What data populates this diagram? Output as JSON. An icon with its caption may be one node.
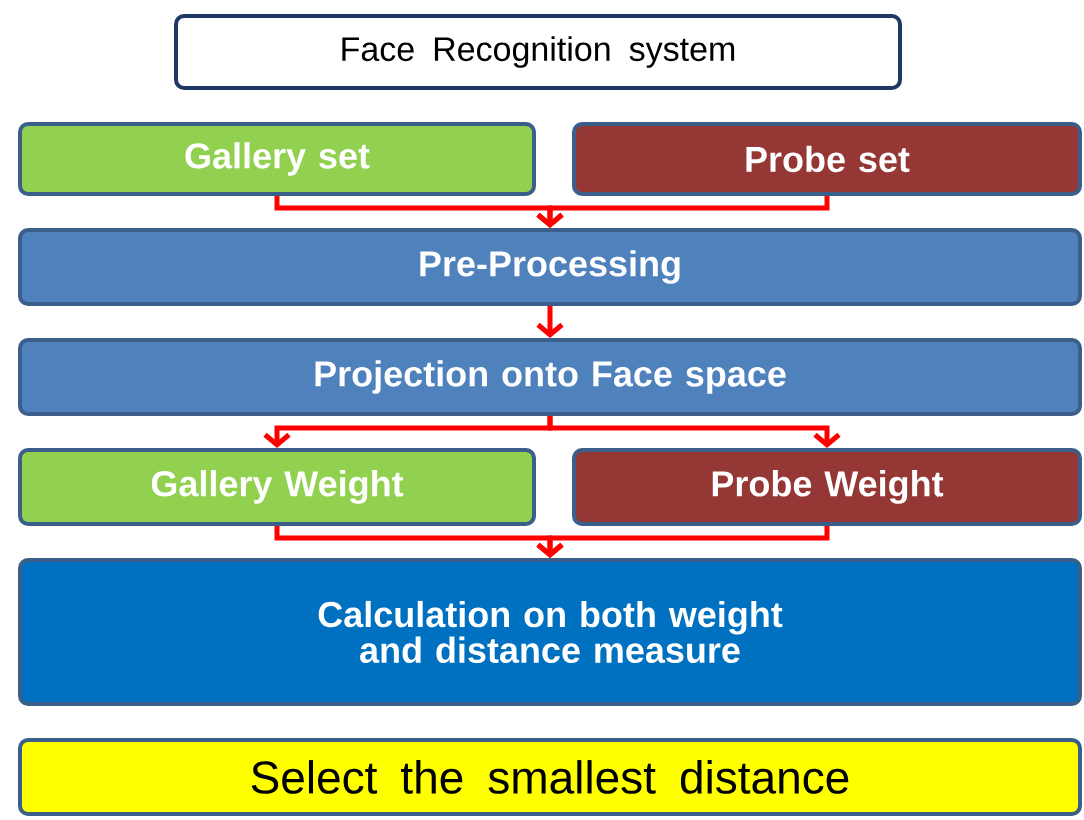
{
  "diagram": {
    "nodes": [
      {
        "text": [
          "Face Recognition system"
        ]
      },
      {
        "text": [
          "Gallery set"
        ]
      },
      {
        "text": [
          "Probe set"
        ]
      },
      {
        "text": [
          "Pre-Processing"
        ]
      },
      {
        "text": [
          "Projection onto Face  space"
        ]
      },
      {
        "text": [
          "Gallery Weight"
        ]
      },
      {
        "text": [
          "Probe Weight"
        ]
      },
      {
        "text": [
          "Calculation on both weight and distance measure"
        ]
      },
      {
        "text": [
          "Select the smallest distance"
        ]
      }
    ],
    "edges": [
      {
        "from": 1,
        "to": 3,
        "arrow": "to"
      },
      {
        "from": 2,
        "to": 3,
        "arrow": "to"
      },
      {
        "from": 3,
        "to": 4,
        "arrow": "to"
      },
      {
        "from": 4,
        "to": 5,
        "arrow": "to"
      },
      {
        "from": 4,
        "to": 6,
        "arrow": "to"
      },
      {
        "from": 5,
        "to": 7,
        "arrow": "to"
      },
      {
        "from": 6,
        "to": 7,
        "arrow": "to"
      }
    ]
  }
}
